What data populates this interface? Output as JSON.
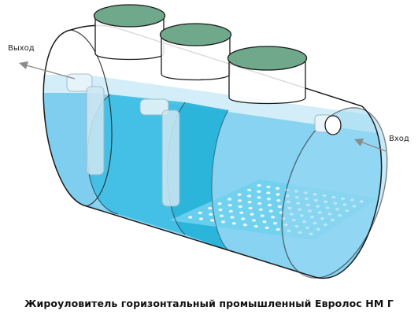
{
  "labels": {
    "outlet": "Выход",
    "inlet": "Вход"
  },
  "caption": "Жироуловитель горизонтальный промышленный Евролос НМ Г",
  "colors": {
    "water_light": "#d4eef9",
    "water": "#88d3f2",
    "water_deep": "#4cc0e8",
    "chamber": "#27b3d9",
    "lid": "#6fa88a",
    "outline": "#1a1a1a",
    "arrow": "#8a8a8a"
  }
}
